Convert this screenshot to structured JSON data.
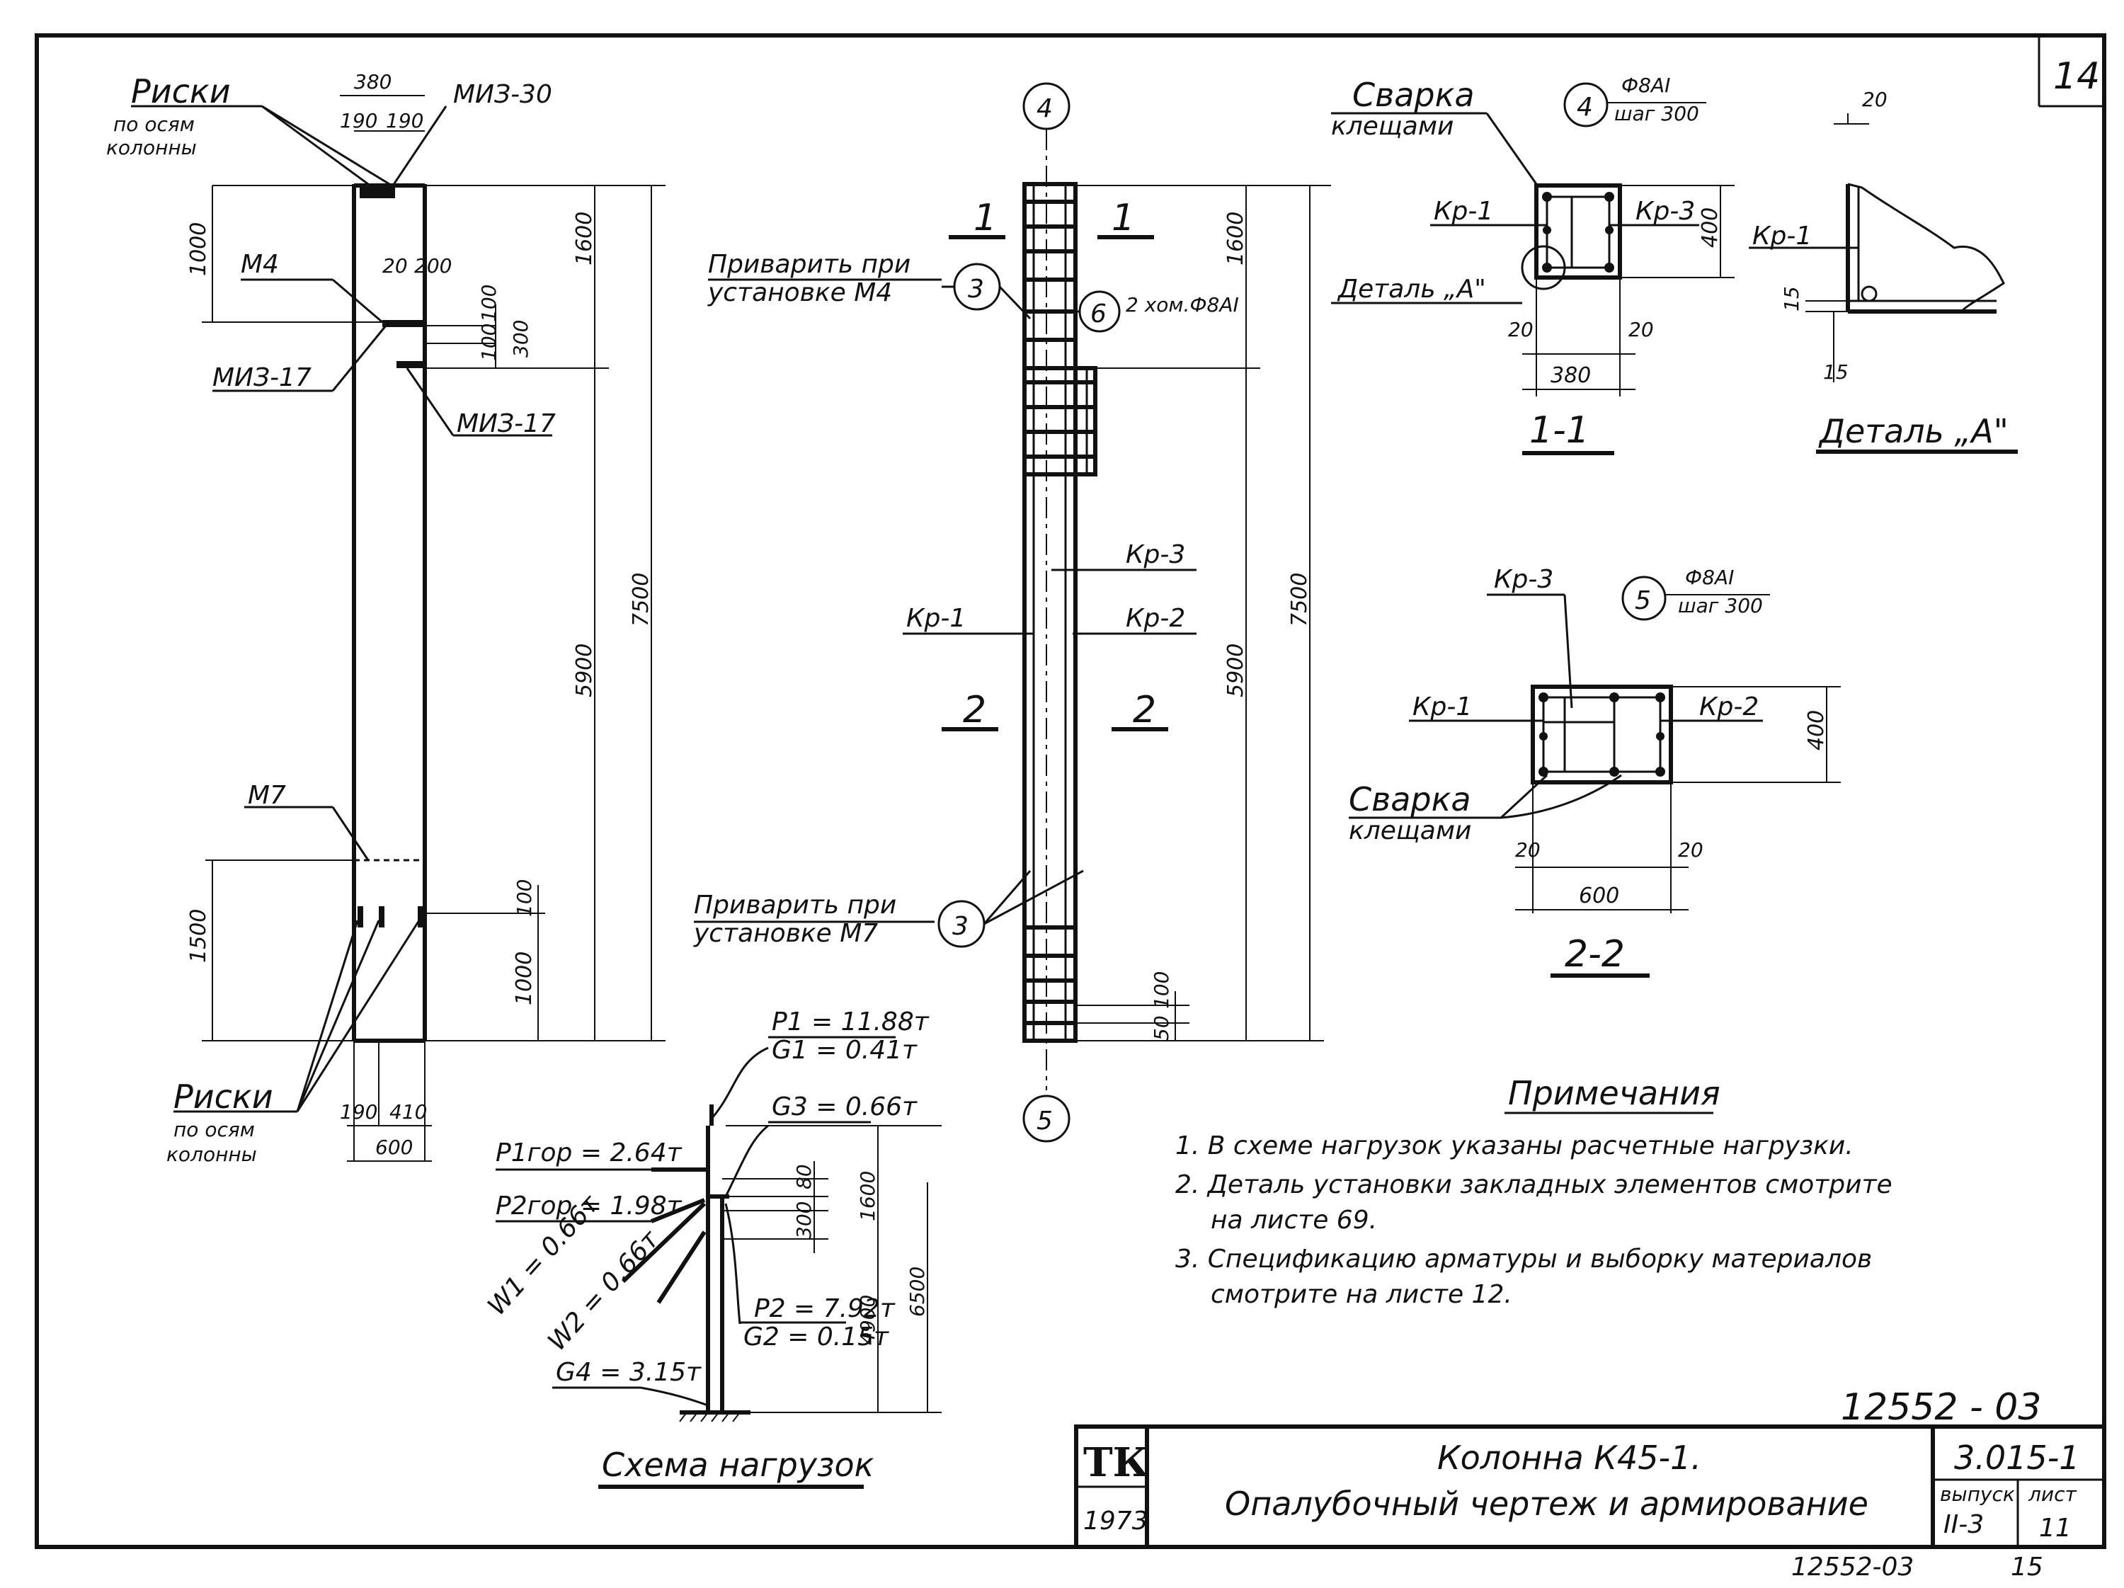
{
  "sheet": {
    "corner_number": "14",
    "archive_number": "12552 - 03",
    "bottom_archive": "12552-03",
    "bottom_page": "15"
  },
  "elevation": {
    "marks_top": "Риски",
    "marks_top_sub1": "по осям",
    "marks_top_sub2": "колонны",
    "miz30": "МИЗ-30",
    "w380": "380",
    "w190a": "190",
    "w190b": "190",
    "m4": "М4",
    "miz17a": "МИЗ-17",
    "miz17b": "МИЗ-17",
    "d20": "20",
    "d200": "200",
    "d100a": "100",
    "d100b": "100",
    "d300": "300",
    "h1000top": "1000",
    "h1600": "1600",
    "h5900": "5900",
    "h7500": "7500",
    "m7": "М7",
    "h1500": "1500",
    "h1000bot": "1000",
    "h100": "100",
    "marks_bot": "Риски",
    "marks_bot_sub1": "по осям",
    "marks_bot_sub2": "колонны",
    "b190": "190",
    "b410": "410",
    "b600": "600"
  },
  "reinf": {
    "axis_top": "4",
    "axis_bot": "5",
    "sec1a": "1",
    "sec1b": "1",
    "sec2a": "2",
    "sec2b": "2",
    "weld_m4_1": "Приварить при",
    "weld_m4_2": "установке  М4",
    "weld_m7_1": "Приварить при",
    "weld_m7_2": "установке  М7",
    "pos3a": "3",
    "pos3b": "3",
    "pos6": "6",
    "pos6_text": "2 хом.Ф8АI",
    "kr3": "Кр-3",
    "kr1": "Кр-1",
    "kr2": "Кр-2",
    "h1600": "1600",
    "h5900": "5900",
    "h7500": "7500",
    "d50": "50",
    "d100": "100"
  },
  "section11": {
    "weld1": "Сварка",
    "weld2": "клещами",
    "pos": "4",
    "bar1": "Ф8АI",
    "bar2": "шаг 300",
    "kr1": "Кр-1",
    "kr3": "Кр-3",
    "detail": "Деталь „А\"",
    "h400": "400",
    "d20a": "20",
    "d20b": "20",
    "w380": "380",
    "title": "1-1"
  },
  "detailA": {
    "d20": "20",
    "kr1": "Кр-1",
    "d15a": "15",
    "d15b": "15",
    "title": "Деталь „А\""
  },
  "section22": {
    "kr3": "Кр-3",
    "pos": "5",
    "bar1": "Ф8АI",
    "bar2": "шаг 300",
    "kr1": "Кр-1",
    "kr2": "Кр-2",
    "h400": "400",
    "weld1": "Сварка",
    "weld2": "клещами",
    "d20a": "20",
    "d20b": "20",
    "w600": "600",
    "title": "2-2"
  },
  "loads": {
    "p1": "P1 = 11.88т",
    "g1": "G1 = 0.41т",
    "g3": "G3 = 0.66т",
    "p1gor": "P1гор = 2.64т",
    "p2gor": "P2гор = 1.98т",
    "w1": "W1 = 0.66т",
    "w2": "W2 = 0.66т",
    "p2": "P2 = 7.92т",
    "g2": "G2 = 0.15т",
    "g4": "G4 = 3.15т",
    "d80": "80",
    "d300": "300",
    "d1600": "1600",
    "d4900": "4900",
    "d6500": "6500",
    "title": "Схема нагрузок"
  },
  "notes": {
    "title": "Примечания",
    "n1": "1. В схеме нагрузок указаны расчетные нагрузки.",
    "n2a": "2. Деталь установки закладных элементов смотрите",
    "n2b": "на листе 69.",
    "n3a": "3. Спецификацию арматуры и выборку материалов",
    "n3b": "смотрите на листе 12."
  },
  "titleblock": {
    "logo": "ТК",
    "year": "1973",
    "name1": "Колонна К45-1.",
    "name2": "Опалубочный чертеж и армирование",
    "code": "3.015-1",
    "issue_label": "выпуск",
    "issue": "II-3",
    "sheet_label": "лист",
    "sheet": "11"
  }
}
